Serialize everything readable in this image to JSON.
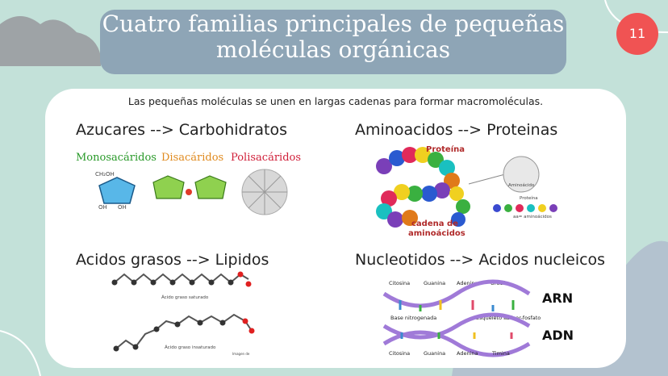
{
  "slide": {
    "title_line1": "Cuatro familias principales de pequeñas",
    "title_line2": "moléculas orgánicas",
    "page_number": "11",
    "subtitle": "Las pequeñas moléculas se unen en largas cadenas para formar macromoléculas."
  },
  "sections": {
    "carbs": {
      "heading": "Azucares --> Carbohidratos",
      "mono": "Monosacáridos",
      "di": "Disacáridos",
      "poli": "Polisacáridos",
      "ch2oh": "CH₂OH",
      "oh": "OH"
    },
    "proteins": {
      "heading": "Aminoacidos --> Proteinas",
      "proteina": "Proteína",
      "cadena1": "cadena de",
      "cadena2": "aminoácidos",
      "aminoacido": "Aminoácido",
      "proteina_small": "Proteína",
      "aa": "aa= aminoácidos"
    },
    "lipids": {
      "heading": "Acidos grasos --> Lipidos",
      "saturado": "Ácido graso saturado",
      "insaturado": "Ácido graso insaturado",
      "credit": "Imagen de"
    },
    "nucleic": {
      "heading": "Nucleotidos --> Acidos nucleicos",
      "citosina": "Citosina",
      "guanina": "Guanina",
      "adenina": "Adenina",
      "uracilo": "Uracilo",
      "timina": "Timina",
      "base": "Base nitrogenada",
      "esqueleto": "Esqueleto azúcar-fosfato",
      "arn": "ARN",
      "adn": "ADN"
    }
  },
  "colors": {
    "background": "#c3e1d9",
    "title_box": "#8ea5b6",
    "badge": "#f05353",
    "card": "#ffffff"
  }
}
